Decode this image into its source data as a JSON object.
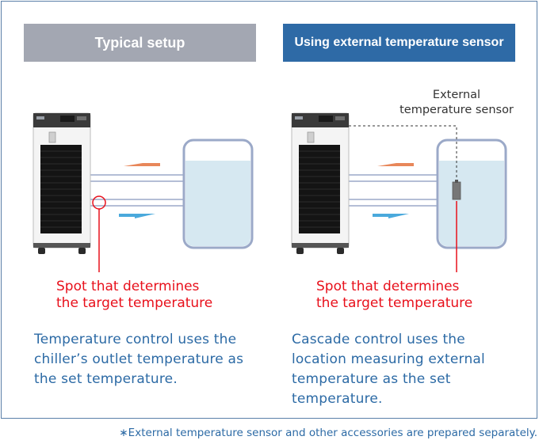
{
  "left_panel": {
    "title": "Typical setup",
    "spot_label": [
      "Spot that determines",
      "the target temperature"
    ],
    "description": [
      "Temperature control uses the",
      "chiller’s outlet temperature as",
      "the set temperature."
    ]
  },
  "right_panel": {
    "title": "Using external temperature sensor",
    "sensor_label": [
      "External",
      "temperature sensor"
    ],
    "spot_label": [
      "Spot that determines",
      "the target temperature"
    ],
    "description": [
      "Cascade control uses the",
      "location measuring external",
      "temperature as the set",
      "temperature."
    ]
  },
  "footnote": "∗External temperature sensor and other accessories are prepared separately.",
  "colors": {
    "frame": "#5a7fa8",
    "header_gray": "#a3a7b2",
    "header_blue": "#2e6aa6",
    "spot_red": "#e8101b",
    "text_blue": "#2c6aa5",
    "return_arrow": "#e8875a",
    "supply_arrow": "#4aa9dc",
    "pipe": "#9ba9c8",
    "tank_water": "#d6e8f1"
  }
}
